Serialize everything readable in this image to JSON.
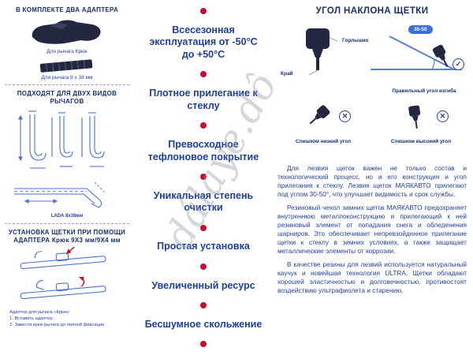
{
  "watermark": "dálaye.dô",
  "colors": {
    "accent_blue": "#1d3e9c",
    "heading_navy": "#16306e",
    "dot_red": "#c60b2e",
    "silhouette_navy": "#232840",
    "diagram_blue": "#4a6fd4"
  },
  "left": {
    "adapters_heading": "В КОМПЛЕКТЕ ДВА АДАПТЕРА",
    "adapter1_caption": "Для рычага Крюк",
    "adapter2_caption": "Для рычага 8 х 38 мм",
    "arms_heading": "ПОДХОДЯТ ДЛЯ ДВУХ ВИДОВ РЫЧАГОВ",
    "lada_label": "LADA",
    "lada_size": "8х38мм",
    "install_heading": "УСТАНОВКА ЩЕТКИ ПРИ ПОМОЩИ АДАПТЕРА Крюк 9X3 мм/9X4 мм",
    "footnote_title": "Адаптер для рычага «Крюк»",
    "footnote_step1": "1. Вставить адаптер.",
    "footnote_step2": "2. Завести крюк рычага до полной фиксации"
  },
  "middle": {
    "features": [
      "Всесезонная эксплуатация от -50°C до +50°C",
      "Плотное прилегание к стеклу",
      "Превосходное тефлоновое покрытие",
      "Уникальная степень очистки",
      "Простая установка",
      "Увеличенный ресурс",
      "Бесшумное скольжение"
    ]
  },
  "right": {
    "heading": "УГОЛ НАКЛОНА ЩЕТКИ",
    "labels": {
      "neck": "Горлышко",
      "edge": "Край",
      "angle": "30-50",
      "correct": "Правильный угол изгиба",
      "too_low": "Слишком низкий угол",
      "too_high": "Слишком высокий угол"
    },
    "glyphs": {
      "check": "✓",
      "cross": "✕"
    },
    "paragraphs": [
      "Для лезвия щеток важен не только состав и технологический процесс, но и его конструкция и угол прилегания к стеклу. Лезвия щеток МАЯКАВТО прилегают под углом 30-50°, что улучшает видимость и срок службы.",
      "Резиновый чехол зимних щеток МАЯКАВТО предохраняет внутреннюю металлоконструкцию и прилегающий к ней резиновый элемент от попадания снега и обледенения шарниров. Это обеспечивает непревзойденное прилегание щетки к стеклу в зимних условиях, а также защищает металлические элементы от коррозии.",
      "В качестве резины для лезвий используется натуральный каучук и новейшая технология ULTRA. Щетки обладают хорошей эластичностью и долговечностью, противостоят воздействию ультрафиолета и старению."
    ]
  }
}
